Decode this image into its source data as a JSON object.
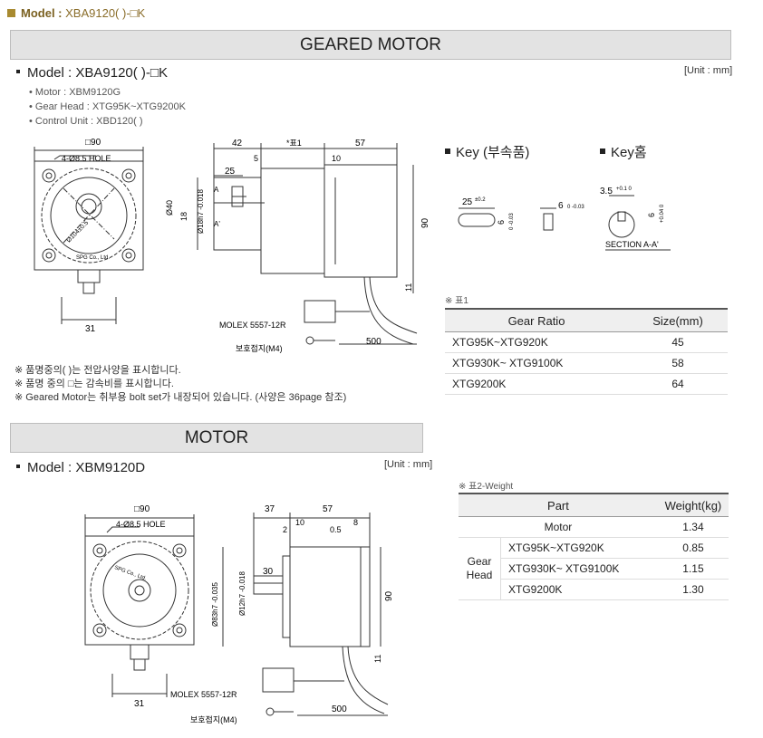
{
  "top": {
    "label": "Model :",
    "value": "XBA9120( )-□K"
  },
  "geared": {
    "bar_title": "GEARED MOTOR",
    "model_label": "Model :",
    "model_value": "XBA9120( )-□K",
    "unit": "[Unit : mm]",
    "sub_items": [
      "• Motor : XBM9120G",
      "• Gear Head : XTG95K~XTG9200K",
      "• Control Unit : XBD120( )"
    ],
    "notes": [
      "※ 품명중의( )는 전압사양을 표시합니다.",
      "※ 품명 중의 □는 감속비를 표시합니다.",
      "※ Geared Motor는 취부용 bolt set가 내장되어 있습니다. (사양은 36page 참조)"
    ],
    "drawing_labels": {
      "sq": "□90",
      "hole": "4-Ø8.5 HOLE",
      "pcd": "Ø104±0.5",
      "brand": "SPG Co., Ltd.",
      "w31": "31",
      "d42": "42",
      "dt": "*표1",
      "d57": "57",
      "d25": "25",
      "d5": "5",
      "d10": "10",
      "a": "A",
      "a2": "A'",
      "d40": "Ø40",
      "d18": "18",
      "shaft": "Ø18h7 -0.018",
      "d90": "90",
      "d11": "11",
      "molex": "MOLEX 5557-12R",
      "ground": "보호접지(M4)",
      "d500": "500"
    }
  },
  "key": {
    "title1": "Key (부속품)",
    "title2": "Key홈",
    "k25": "25",
    "k25tol": "±0.2",
    "k6a": "6",
    "k6atol": "0 -0.03",
    "k6b": "6",
    "k6btol": "0 -0.03",
    "k35": "3.5",
    "k35tol": "+0.1 0",
    "k6c": "6",
    "k6ctol": "+0.04 0",
    "section": "SECTION A-A'"
  },
  "table1": {
    "caption": "※ 표1",
    "headers": [
      "Gear Ratio",
      "Size(mm)"
    ],
    "rows": [
      [
        "XTG95K~XTG920K",
        "45"
      ],
      [
        "XTG930K~ XTG9100K",
        "58"
      ],
      [
        "XTG9200K",
        "64"
      ]
    ]
  },
  "motor": {
    "bar_title": "MOTOR",
    "model_label": "Model :",
    "model_value": "XBM9120D",
    "unit": "[Unit : mm]",
    "drawing_labels": {
      "sq": "□90",
      "hole": "4-Ø8.5 HOLE",
      "brand": "SPG Co., Ltd.",
      "w31": "31",
      "d37": "37",
      "d57": "57",
      "d10": "10",
      "d8": "8",
      "d2": "2",
      "d05": "0.5",
      "d30": "30",
      "pilot": "Ø83h7 -0.035",
      "shaft": "Ø12h7 -0.018",
      "d90": "90",
      "d11": "11",
      "molex": "MOLEX 5557-12R",
      "ground": "보호접지(M4)",
      "d500": "500"
    }
  },
  "table2": {
    "caption": "※ 표2-Weight",
    "headers": [
      "Part",
      "Weight(kg)"
    ],
    "motor_row": [
      "Motor",
      "1.34"
    ],
    "group_label": "Gear Head",
    "rows": [
      [
        "XTG95K~XTG920K",
        "0.85"
      ],
      [
        "XTG930K~ XTG9100K",
        "1.15"
      ],
      [
        "XTG9200K",
        "1.30"
      ]
    ]
  },
  "colors": {
    "bar_bg": "#e3e3e3",
    "accent": "#a88a30",
    "line": "#333333"
  }
}
